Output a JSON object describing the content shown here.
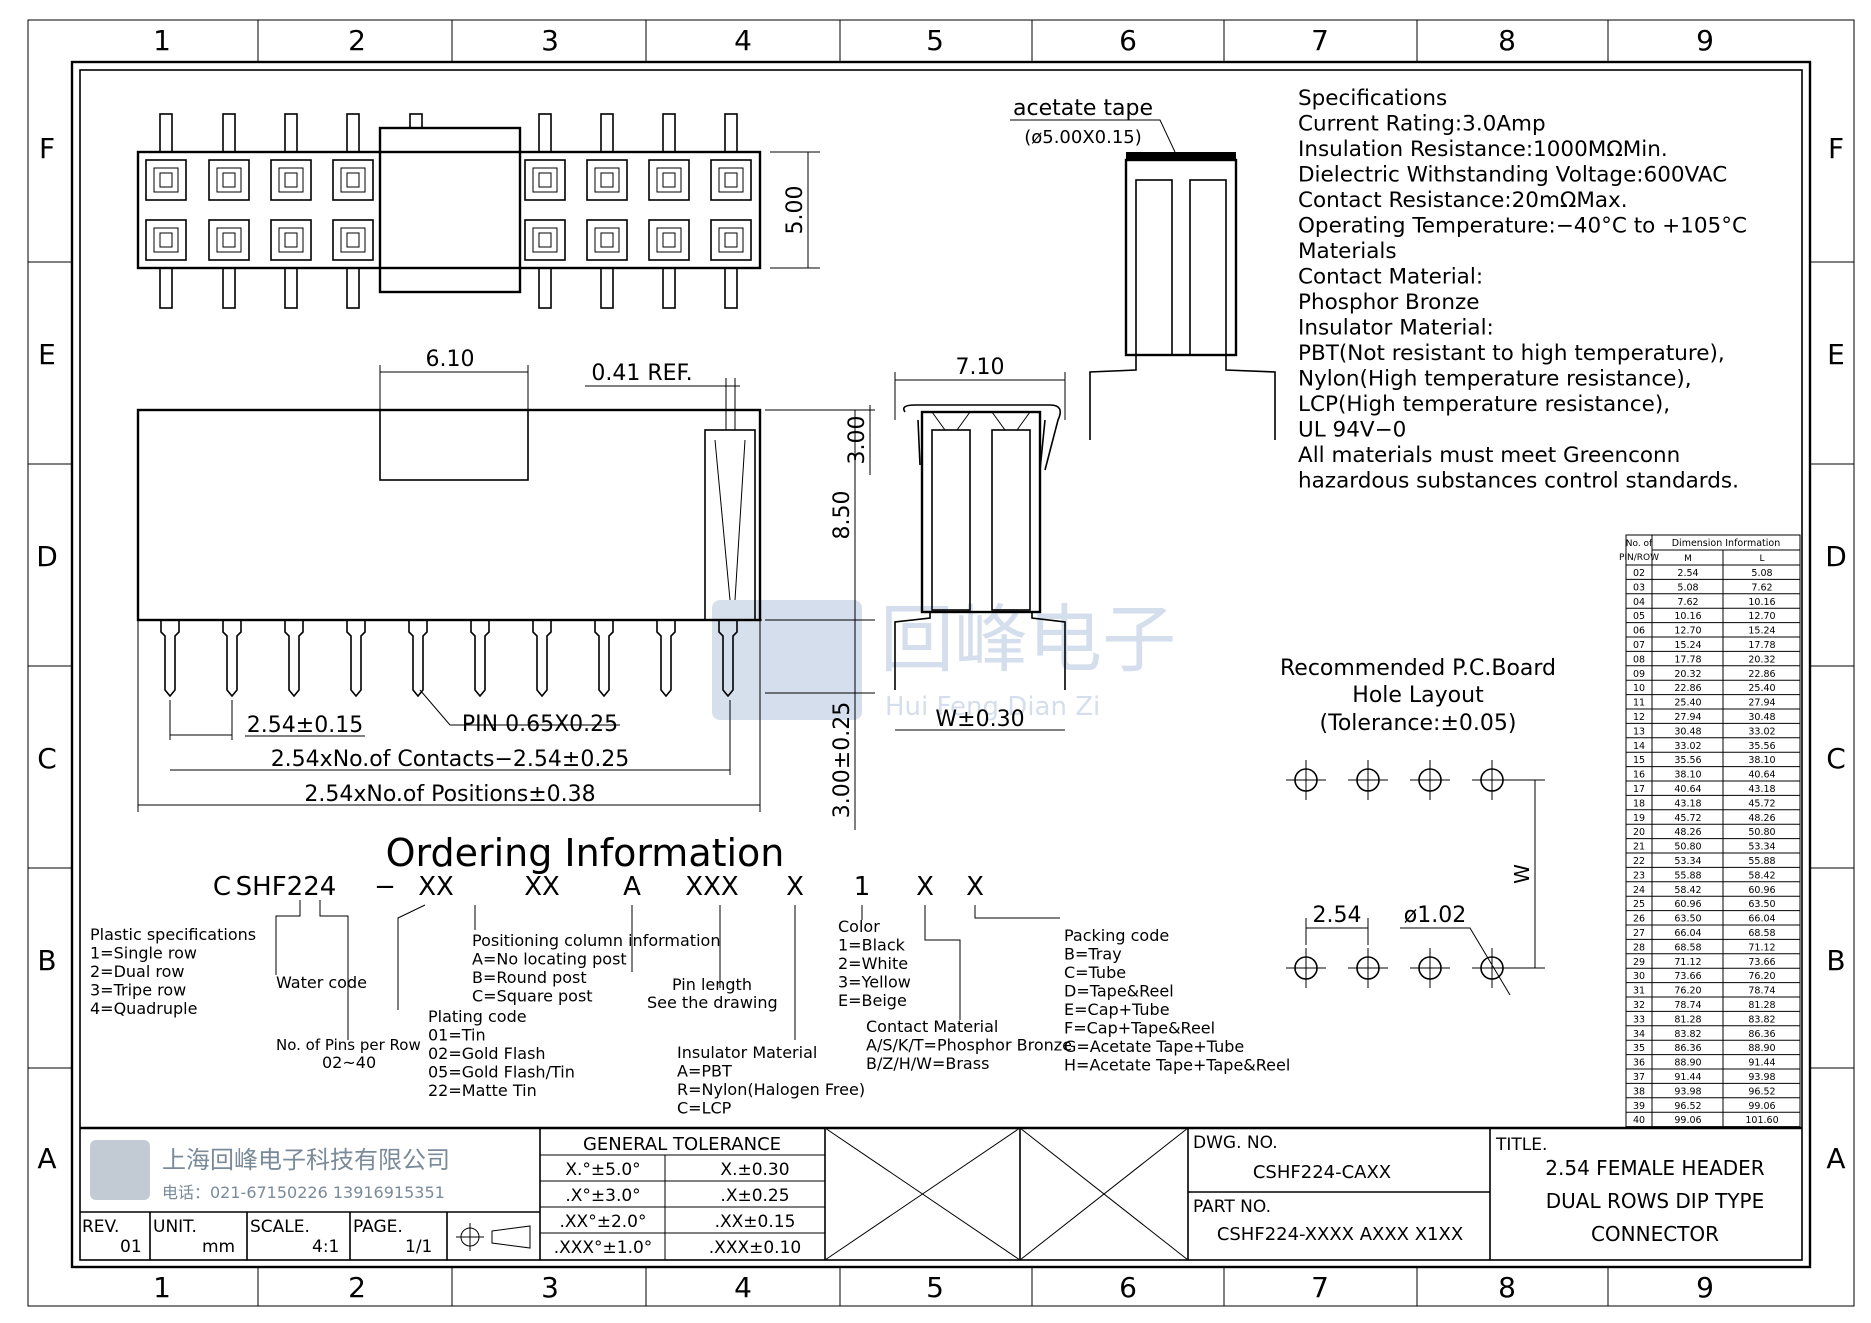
{
  "border": {
    "col_labels": [
      "1",
      "2",
      "3",
      "4",
      "5",
      "6",
      "7",
      "8",
      "9"
    ],
    "row_labels": [
      "F",
      "E",
      "D",
      "C",
      "B",
      "A"
    ]
  },
  "dimensions": {
    "top_height": "5.00",
    "width_610": "6.10",
    "ref_041": "0.41 REF.",
    "height_850": "8.50",
    "pitch": "2.54±0.15",
    "pin": "PIN 0.65X0.25",
    "contacts": "2.54xNo.of Contacts−2.54±0.25",
    "positions": "2.54xNo.of Positions±0.38",
    "tail_length": "3.00±0.25",
    "side_width": "7.10",
    "side_height": "3.00",
    "w_tol": "W±0.30",
    "tape_label": "acetate tape",
    "tape_dim": "(ø5.00X0.15)"
  },
  "specifications": [
    "Specifications",
    "Current Rating:3.0Amp",
    "Insulation Resistance:1000MΩMin.",
    "Dielectric Withstanding Voltage:600VAC",
    "Contact Resistance:20mΩMax.",
    "Operating Temperature:−40°C to +105°C",
    "Materials",
    "Contact Material:",
    "Phosphor Bronze",
    "Insulator Material:",
    "PBT(Not resistant to high temperature),",
    "Nylon(High temperature resistance),",
    "LCP(High temperature resistance),",
    "UL 94V−0",
    "All materials must meet Greenconn",
    "hazardous substances control standards."
  ],
  "pcb": {
    "title1": "Recommended P.C.Board",
    "title2": "Hole Layout",
    "tolerance": "(Tolerance:±0.05)",
    "pitch": "2.54",
    "hole": "ø1.02",
    "w": "W"
  },
  "watermark": {
    "cn": "回峰电子",
    "pinyin": "Hui Feng Dian Zi"
  },
  "dim_table": {
    "h1": "No. of",
    "h2": "PIN/ROW",
    "h3": "Dimension Information",
    "m": "M",
    "l": "L",
    "rows": [
      [
        "02",
        "2.54",
        "5.08"
      ],
      [
        "03",
        "5.08",
        "7.62"
      ],
      [
        "04",
        "7.62",
        "10.16"
      ],
      [
        "05",
        "10.16",
        "12.70"
      ],
      [
        "06",
        "12.70",
        "15.24"
      ],
      [
        "07",
        "15.24",
        "17.78"
      ],
      [
        "08",
        "17.78",
        "20.32"
      ],
      [
        "09",
        "20.32",
        "22.86"
      ],
      [
        "10",
        "22.86",
        "25.40"
      ],
      [
        "11",
        "25.40",
        "27.94"
      ],
      [
        "12",
        "27.94",
        "30.48"
      ],
      [
        "13",
        "30.48",
        "33.02"
      ],
      [
        "14",
        "33.02",
        "35.56"
      ],
      [
        "15",
        "35.56",
        "38.10"
      ],
      [
        "16",
        "38.10",
        "40.64"
      ],
      [
        "17",
        "40.64",
        "43.18"
      ],
      [
        "18",
        "43.18",
        "45.72"
      ],
      [
        "19",
        "45.72",
        "48.26"
      ],
      [
        "20",
        "48.26",
        "50.80"
      ],
      [
        "21",
        "50.80",
        "53.34"
      ],
      [
        "22",
        "53.34",
        "55.88"
      ],
      [
        "23",
        "55.88",
        "58.42"
      ],
      [
        "24",
        "58.42",
        "60.96"
      ],
      [
        "25",
        "60.96",
        "63.50"
      ],
      [
        "26",
        "63.50",
        "66.04"
      ],
      [
        "27",
        "66.04",
        "68.58"
      ],
      [
        "28",
        "68.58",
        "71.12"
      ],
      [
        "29",
        "71.12",
        "73.66"
      ],
      [
        "30",
        "73.66",
        "76.20"
      ],
      [
        "31",
        "76.20",
        "78.74"
      ],
      [
        "32",
        "78.74",
        "81.28"
      ],
      [
        "33",
        "81.28",
        "83.82"
      ],
      [
        "34",
        "83.82",
        "86.36"
      ],
      [
        "35",
        "86.36",
        "88.90"
      ],
      [
        "36",
        "88.90",
        "91.44"
      ],
      [
        "37",
        "91.44",
        "93.98"
      ],
      [
        "38",
        "93.98",
        "96.52"
      ],
      [
        "39",
        "96.52",
        "99.06"
      ],
      [
        "40",
        "99.06",
        "101.60"
      ]
    ]
  },
  "ordering": {
    "title": "Ordering Information",
    "code": [
      "C",
      "SHF224",
      "−",
      "XX",
      "XX",
      "A",
      "XXX",
      "X",
      "1",
      "X",
      "X"
    ],
    "plastic": [
      "Plastic specifications",
      "1=Single row",
      "2=Dual row",
      "3=Tripe row",
      "4=Quadruple"
    ],
    "water": "Water code",
    "pins": [
      "No. of Pins per Row",
      "02~40"
    ],
    "positioning": [
      "Positioning column information",
      "A=No locating post",
      "B=Round post",
      "C=Square post"
    ],
    "plating": [
      "Plating code",
      "01=Tin",
      "02=Gold Flash",
      "05=Gold Flash/Tin",
      "22=Matte Tin"
    ],
    "pinlen": [
      "Pin length",
      "See the drawing"
    ],
    "insulator": [
      "Insulator Material",
      "A=PBT",
      "R=Nylon(Halogen Free)",
      "C=LCP"
    ],
    "color": [
      "Color",
      "1=Black",
      "2=White",
      "3=Yellow",
      "E=Beige"
    ],
    "contact": [
      "Contact Material",
      "A/S/K/T=Phosphor Bronze",
      "B/Z/H/W=Brass"
    ],
    "packing": [
      "Packing code",
      "B=Tray",
      "C=Tube",
      "D=Tape&Reel",
      "E=Cap+Tube",
      "F=Cap+Tape&Reel",
      "G=Acetate Tape+Tube",
      "H=Acetate Tape+Tape&Reel"
    ]
  },
  "title_block": {
    "company": "上海回峰电子科技有限公司",
    "phone": "电话：021-67150226 13916915351",
    "rev_label": "REV.",
    "rev": "01",
    "unit_label": "UNIT.",
    "unit": "mm",
    "scale_label": "SCALE.",
    "scale": "4:1",
    "page_label": "PAGE.",
    "page": "1/1",
    "tol_title": "GENERAL TOLERANCE",
    "tolerances": [
      [
        "X.°±5.0°",
        "X.±0.30"
      ],
      [
        ".X°±3.0°",
        ".X±0.25"
      ],
      [
        ".XX°±2.0°",
        ".XX±0.15"
      ],
      [
        ".XXX°±1.0°",
        ".XXX±0.10"
      ]
    ],
    "dwg_label": "DWG. NO.",
    "dwg": "CSHF224-CAXX",
    "part_label": "PART NO.",
    "part": "CSHF224-XXXX AXXX X1XX",
    "title_label": "TITLE.",
    "title": [
      "2.54 FEMALE HEADER",
      "DUAL ROWS DIP TYPE",
      "CONNECTOR"
    ]
  }
}
